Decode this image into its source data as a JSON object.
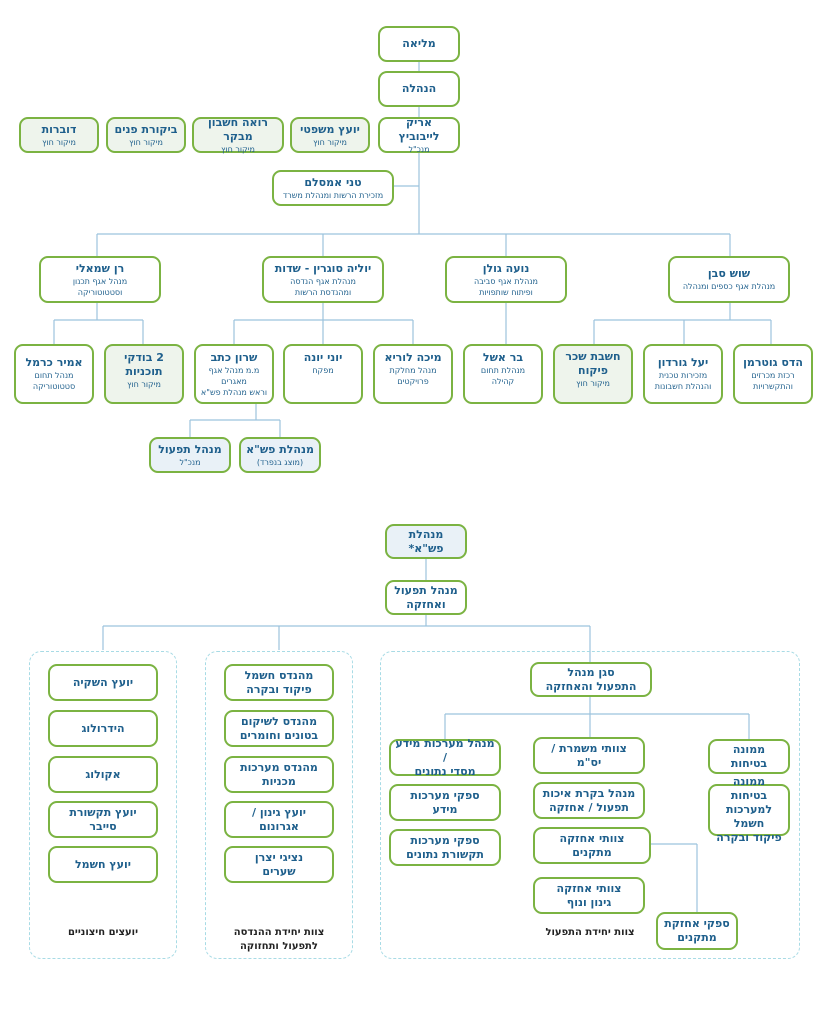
{
  "org": {
    "plenum": {
      "title": "מליאה"
    },
    "board": {
      "title": "הנהלה"
    },
    "ceo": {
      "title": "אריק לייבוביץ",
      "sub": "מנכ\"ל"
    },
    "legal": {
      "title": "יועץ משפטי",
      "sub": "מיקור חוץ"
    },
    "accountant": {
      "title": "רואה חשבון מבקר",
      "sub": "מיקור חוץ"
    },
    "audit": {
      "title": "ביקורת פנים",
      "sub": "מיקור חוץ"
    },
    "spokes": {
      "title": "דוברות",
      "sub": "מיקור חוץ"
    },
    "secretary": {
      "title": "טני אמסלם",
      "sub": "מזכירת הרשות ומנהלת משרד"
    },
    "ran": {
      "title": "רן שמאלי",
      "sub1": "מנהל אגף תכנון",
      "sub2": "וסטטוטוריקה"
    },
    "yulia": {
      "title": "יוליה סוגרין - שדות",
      "sub1": "מנהלת אגף הנדסה",
      "sub2": "ומהנדסת הרשות"
    },
    "noa": {
      "title": "נועה גולן",
      "sub1": "מנהלת אגף סביבה",
      "sub2": "ופיתוח שותפויות"
    },
    "shosh": {
      "title": "שוש סבן",
      "sub": "מנהלת אגף כספים ומנהלה"
    },
    "amir": {
      "title": "אמיר כרמל",
      "sub1": "מנהל תחום",
      "sub2": "סטטוטוריקה"
    },
    "checkers": {
      "title": "2 בודקי תוכניות",
      "sub": "מיקור חוץ"
    },
    "sharon": {
      "title": "שרון כתב",
      "sub1": "מ.מ מנהל אגף",
      "sub2": "מאגרים",
      "sub3": "וראש מנהלת פש\"א"
    },
    "yoni": {
      "title": "יוני יונה",
      "sub": "מפקח"
    },
    "mika": {
      "title": "מיכה לוריא",
      "sub1": "מנהל מחלקת",
      "sub2": "פרויקטים"
    },
    "bar": {
      "title": "בר אשל",
      "sub1": "מנהלת תחום",
      "sub2": "קהילה"
    },
    "control": {
      "title1": "חשבת שכר",
      "title2": "פיקוח",
      "sub": "מיקור חוץ"
    },
    "yael": {
      "title": "יעל גורדון",
      "sub1": "מזכירות טכנית",
      "sub2": "והנהלת חשבונות"
    },
    "hadas": {
      "title": "הדס גוטרמן",
      "sub1": "רכזת מכרזים",
      "sub2": "והתקשרויות"
    },
    "opsmgr": {
      "title": "מנהל תפעול",
      "sub": "מנכ\"ל"
    },
    "pshamgmt": {
      "title": "מנהלת פש\"א",
      "sub": "(מוצג בנפרד)"
    }
  },
  "second": {
    "root": "מנהלת פש\"א*",
    "opsmaint": {
      "l1": "מנהל תפעול",
      "l2": "ואחזקה"
    },
    "deputy": {
      "l1": "סגן מנהל",
      "l2": "התפעול והאחזקה"
    },
    "safety": "ממונה בטיחות",
    "safety_elec": {
      "l1": "ממונה בטיחות",
      "l2": "למערכות חשמל",
      "l3": "פיקוד ובקרה"
    },
    "shift": {
      "l1": "צוותי משמרת /",
      "l2": "יס\"מ"
    },
    "quality": {
      "l1": "מנהל בקרת איכות",
      "l2": "תפעול / אחזקה"
    },
    "maint_fix": "צוותי אחזקה מתקנים",
    "maint_garden": {
      "l1": "צוותי אחזקה",
      "l2": "גינון ונוף"
    },
    "supplier_fix": {
      "l1": "ספקי אחזקת",
      "l2": "מתקנים"
    },
    "it_mgr": {
      "l1": "מנהל מערכות מידע /",
      "l2": "מסדי נתונים"
    },
    "it_suppliers": {
      "l1": "ספקי מערכות",
      "l2": "מידע"
    },
    "comm_suppliers": {
      "l1": "ספקי מערכות",
      "l2": "תקשורת נתונים"
    },
    "eng_elec": {
      "l1": "מהנדס חשמל",
      "l2": "פיקוד ובקרה"
    },
    "eng_concrete": {
      "l1": "מהנדס לשיקום",
      "l2": "בטונים וחומרים"
    },
    "eng_mech": {
      "l1": "מהנדס מערכות",
      "l2": "מכניות"
    },
    "gardening": {
      "l1": "יועץ גינון /",
      "l2": "אגרונום"
    },
    "gates": {
      "l1": "נציגי יצרן",
      "l2": "שערים"
    },
    "irrigation": "יועץ השקיה",
    "hydrology": "הידרולוג",
    "ecology": "אקולוג",
    "cyber": {
      "l1": "יועץ תקשורת",
      "l2": "סייבר"
    },
    "electric": "יועץ חשמל",
    "grp_ops": "צוות יחידת התפעול",
    "grp_eng": {
      "l1": "צוות יחידת ההנדסה",
      "l2": "לתפעול ותחזוקה"
    },
    "grp_ext": "יועצים חיצוניים"
  },
  "colors": {
    "border": "#7bb342",
    "text": "#1e5f8c",
    "line": "#9cc3dd",
    "dash": "#a8dbe5"
  }
}
